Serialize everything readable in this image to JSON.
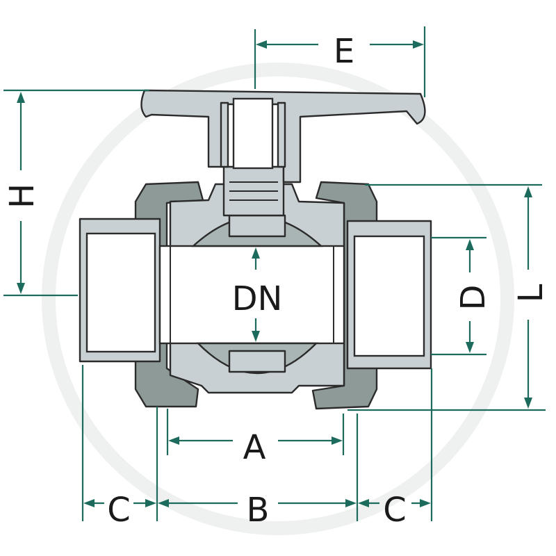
{
  "labels": {
    "E": "E",
    "H": "H",
    "L": "L",
    "D": "D",
    "DN": "DN",
    "A": "A",
    "B": "B",
    "C_left": "C",
    "C_right": "C"
  },
  "colors": {
    "dimension_line": "#1d6b5c",
    "valve_body": "#c9d0d3",
    "union_nut": "#8e9a98",
    "outline": "#2b2b2b"
  }
}
